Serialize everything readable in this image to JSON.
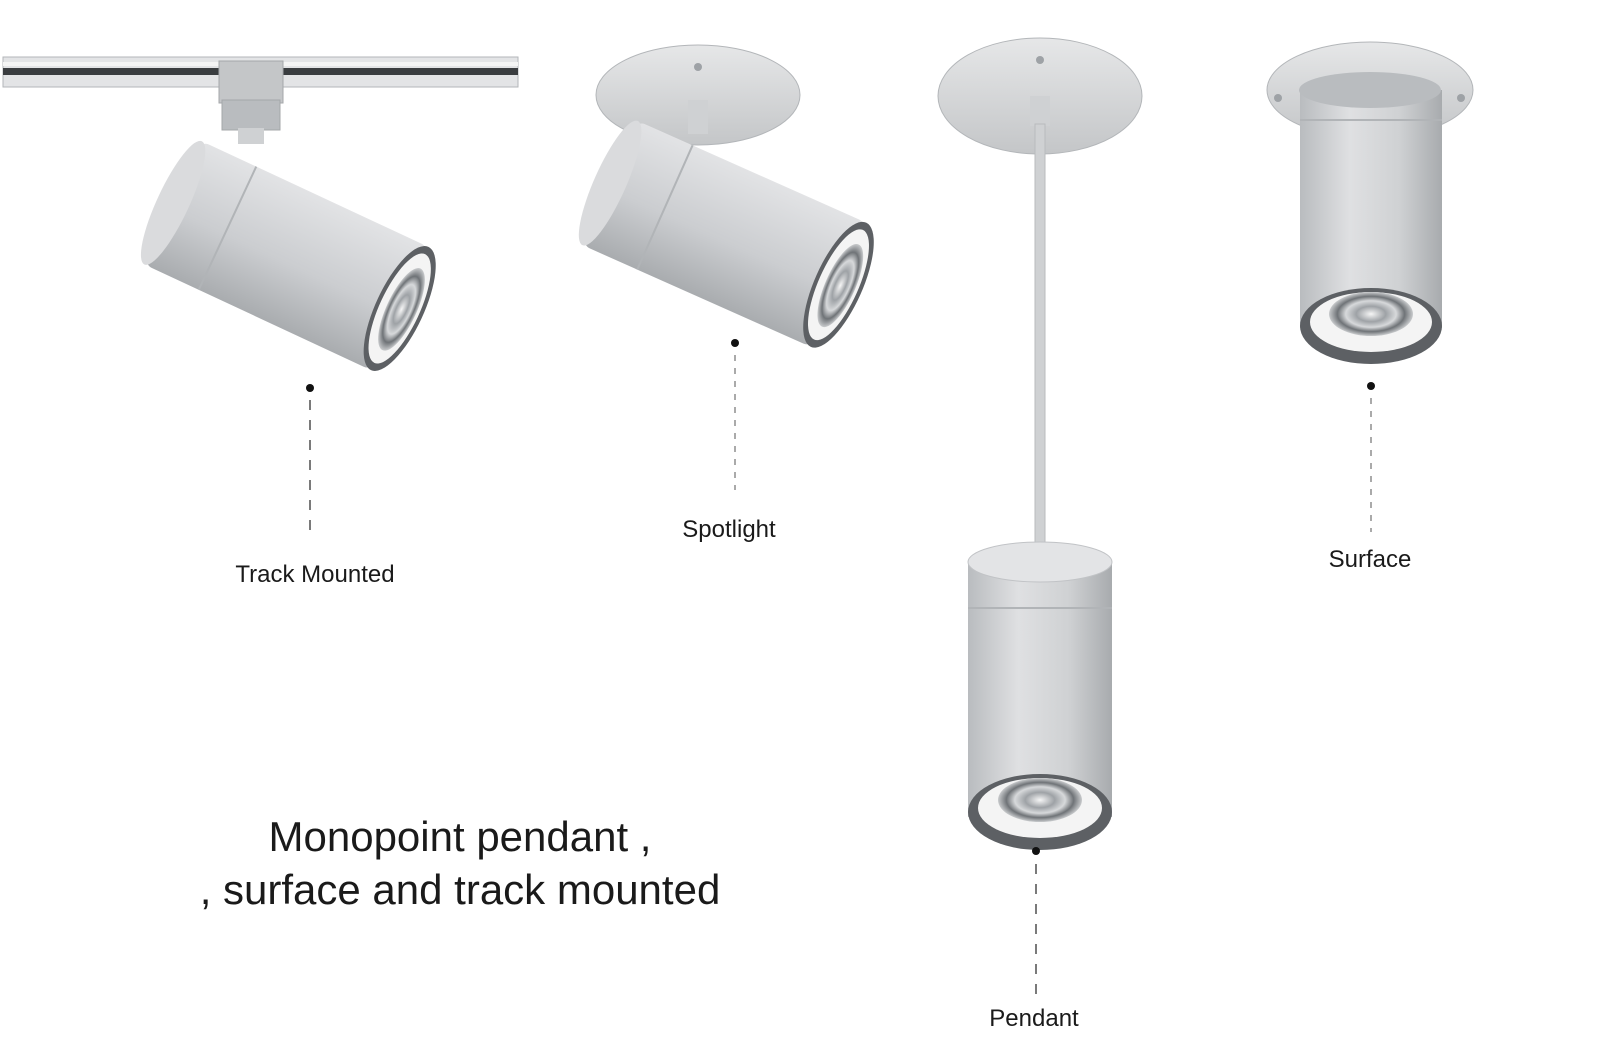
{
  "labels": {
    "track": "Track Mounted",
    "spotlight": "Spotlight",
    "pendant": "Pendant",
    "surface": "Surface"
  },
  "headline": {
    "line1": "Monopoint pendant ,",
    "line2": ", surface and track mounted"
  },
  "colors": {
    "body": "#c9cbcd",
    "body_dark": "#a9acaf",
    "body_light": "#e3e4e6",
    "ring_dark": "#5d6064",
    "lens_white": "#f4f4f4",
    "track_bar": "#3a3d40",
    "text": "#1a1a1a"
  },
  "icons": [
    "track-light-icon",
    "spotlight-icon",
    "pendant-light-icon",
    "surface-light-icon"
  ]
}
